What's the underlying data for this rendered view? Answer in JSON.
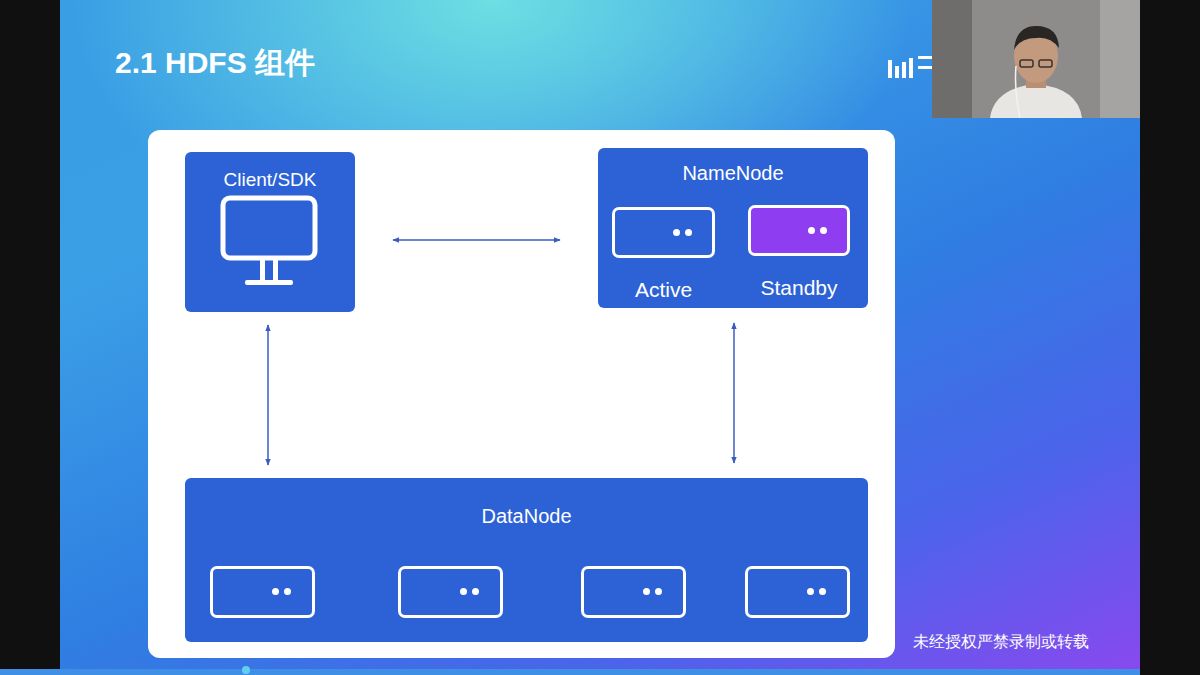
{
  "diagram": {
    "title": "2.1 HDFS 组件",
    "nodes": [
      {
        "text": [
          "Client/SDK"
        ]
      },
      {
        "text": [
          "NameNode"
        ]
      },
      {
        "text": [
          "Active"
        ],
        "in": 1
      },
      {
        "text": [
          "Standby"
        ],
        "in": 1
      },
      {
        "text": [
          "DataNode"
        ]
      }
    ],
    "edges": [
      {
        "from": 0,
        "to": 1,
        "arrow": "both"
      },
      {
        "from": 0,
        "to": 4,
        "arrow": "both"
      },
      {
        "from": 1,
        "to": 4,
        "arrow": "both"
      }
    ],
    "labels": [
      "未经授权严禁录制或转载"
    ]
  }
}
